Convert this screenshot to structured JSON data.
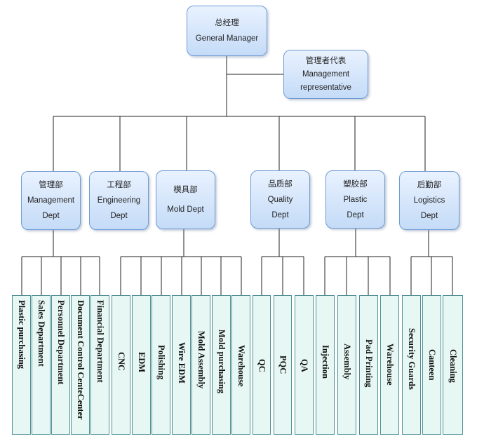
{
  "gm": {
    "zh": "总经理",
    "en": "General Manager"
  },
  "rep": {
    "zh": "管理者代表",
    "en1": "Management",
    "en2": "representative"
  },
  "depts": [
    {
      "zh": "管理部",
      "en1": "Management",
      "en2": "Dept"
    },
    {
      "zh": "工程部",
      "en1": "Engineering",
      "en2": "Dept"
    },
    {
      "zh": "模具部",
      "en1": "Mold Dept",
      "en2": ""
    },
    {
      "zh": "品质部",
      "en1": "Quality",
      "en2": "Dept"
    },
    {
      "zh": "塑胶部",
      "en1": "Plastic",
      "en2": "Dept"
    },
    {
      "zh": "后勤部",
      "en1": "Logistics",
      "en2": "Dept"
    }
  ],
  "leaves": [
    "Plastic purchasing",
    "Sales Department",
    "Personnel Department",
    "Document Control CenteCenter",
    "Financial Department",
    "CNC",
    "EDM",
    "Polishing",
    "Wire EDM",
    "Mold Assembly",
    "Mold purchasing",
    "Warehouse",
    "QC",
    "PQC",
    "QA",
    "Injection",
    "Assembly",
    "Pad Printing",
    "Warehouse",
    "Security Guards",
    "Canteen",
    "Cleaning"
  ],
  "colors": {
    "line": "#222222",
    "node_border": "#6f9bd4",
    "node_fill": "#d6e6fb",
    "leaf_border": "#4e8f94",
    "leaf_fill": "#e7f8f4"
  }
}
